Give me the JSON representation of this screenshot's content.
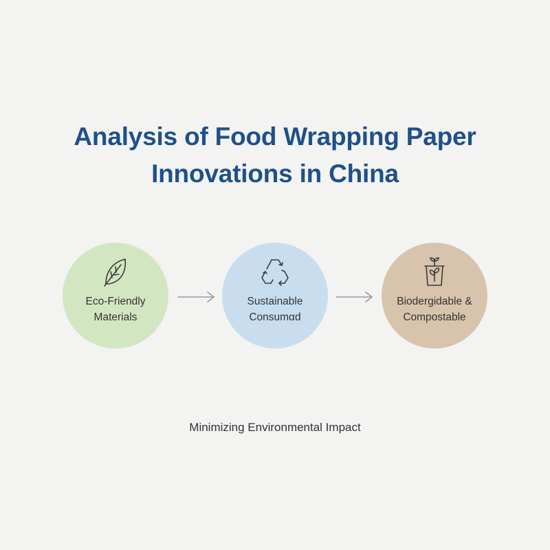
{
  "title": {
    "line1": "Analysis of Food Wrapping Paper",
    "line2": "Innovations in China"
  },
  "nodes": [
    {
      "icon": "leaf-icon",
      "color": "#d3e6c2",
      "lines": [
        "Eco-Friendly",
        "Materials"
      ]
    },
    {
      "icon": "recycle-icon",
      "color": "#c8deef",
      "lines": [
        "Sustainable",
        "Consumαd"
      ]
    },
    {
      "icon": "plant-pot-icon",
      "color": "#d8c3ad",
      "lines": [
        "Biodergidable &",
        "Compostable"
      ]
    }
  ],
  "arrows": [
    "arrow-right-icon",
    "arrow-right-icon"
  ],
  "footer": "Minimizing Environmental Impact",
  "colors": {
    "title": "#1f5089",
    "background": "#f3f3f2",
    "arrow": "#9a9a9a"
  }
}
